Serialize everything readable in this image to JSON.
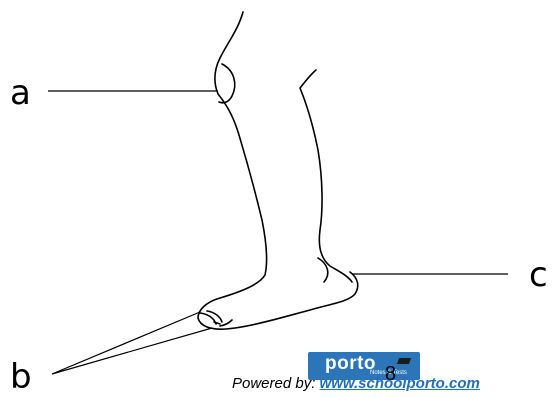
{
  "labels": {
    "a": "a",
    "b": "b",
    "c": "c"
  },
  "logo": {
    "word": "porto",
    "tagline": "Notes & Tests"
  },
  "page_number": "8",
  "footer": {
    "prefix": "Powered by: ",
    "link": "www.schoolporto.com"
  },
  "colors": {
    "ink": "#000000",
    "logo_blue": "#2b75b8",
    "link_blue": "#1f6fc0"
  }
}
